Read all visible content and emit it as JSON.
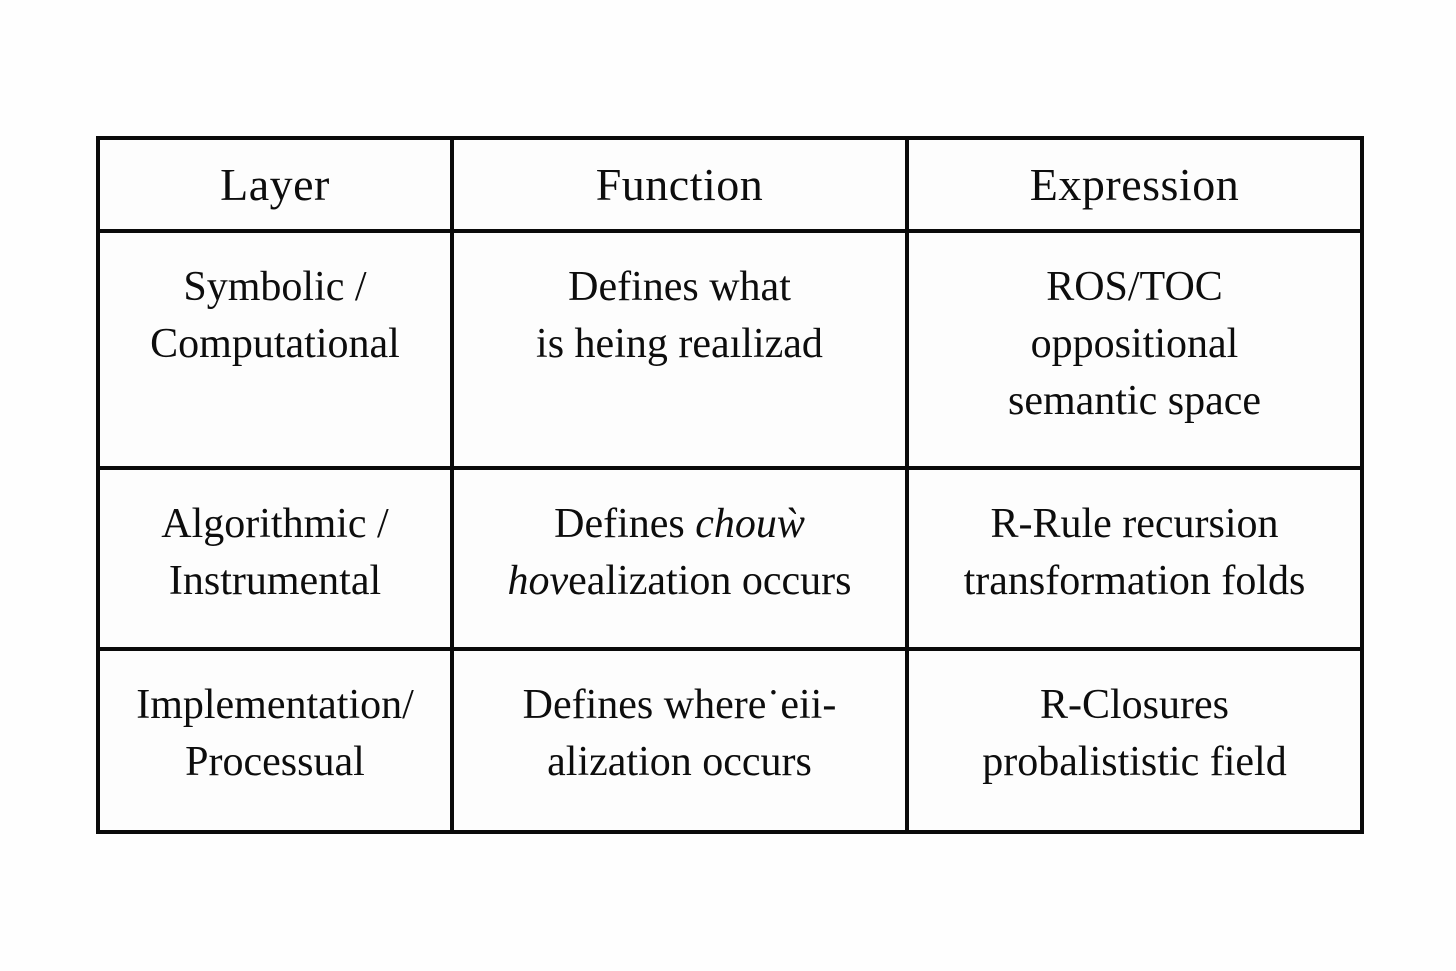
{
  "colors": {
    "border": "#0a0a0a",
    "text": "#0d0d0d",
    "background": "#ffffff"
  },
  "table": {
    "headers": [
      "Layer",
      "Function",
      "Expression"
    ],
    "rows": [
      {
        "layer": [
          "Symbolic /",
          "Computational"
        ],
        "function": {
          "line1": "Defines what",
          "line2": "is heing reaılizad"
        },
        "expression": [
          "ROS/TOC",
          "oppositional",
          "semantic space"
        ]
      },
      {
        "layer": [
          "Algorithmic /",
          "Instrumental"
        ],
        "function": {
          "line1_normal": "Defines ",
          "line1_italic": "chouẁ",
          "line2_italic": "hov",
          "line2_normal": "ealization occurs"
        },
        "expression": [
          "R-Rule recursion",
          "transformation folds"
        ]
      },
      {
        "layer": [
          "Implementation/",
          "Processual"
        ],
        "function": {
          "line1": "Defines where˙eii-",
          "line2": "alization occurs"
        },
        "expression": [
          "R-Closures",
          "probalististic field"
        ]
      }
    ]
  }
}
